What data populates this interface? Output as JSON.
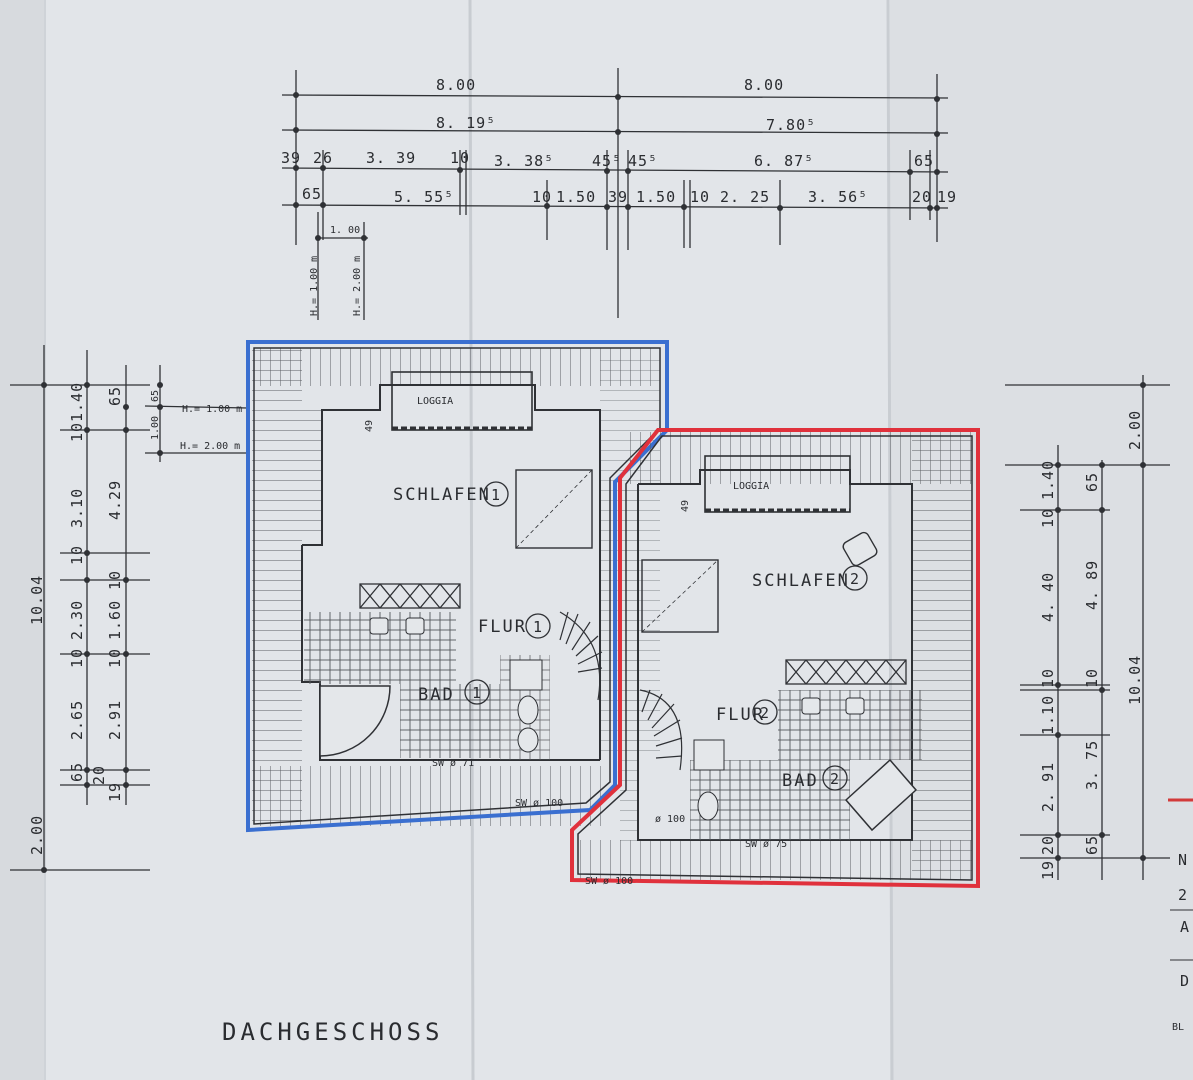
{
  "title": "DACHGESCHOSS",
  "colors": {
    "paper": "#e2e5e9",
    "ink": "#2f3135",
    "unit1_outline": "#3a6fd0",
    "unit2_outline": "#e0313c"
  },
  "top_dims": {
    "row1": [
      "8.00",
      "8.00"
    ],
    "row2": [
      "8. 19⁵",
      "7.80⁵"
    ],
    "row3": [
      "39",
      "26",
      "3. 39",
      "10",
      "3. 38⁵",
      "45⁵",
      "45⁵",
      "6. 87⁵",
      "65"
    ],
    "row4": [
      "65",
      "5. 55⁵",
      "10",
      "1.50",
      "39",
      "1.50",
      "10",
      "2. 25",
      "3. 56⁵",
      "20",
      "19"
    ],
    "small": [
      "1. 00",
      "H.= 1.00 m",
      "H.= 2.00 m"
    ]
  },
  "left_dims": {
    "total": "10.04",
    "total_bottom": "2.00",
    "col_a": [
      "1.40",
      "10",
      "3.10",
      "10",
      "2.30",
      "10",
      "2.65",
      "65",
      "19"
    ],
    "col_b": [
      "65",
      "4.29",
      "10",
      "1.60",
      "10",
      "2.91",
      "20"
    ],
    "small": [
      "65",
      "1.00",
      "H.= 1.00 m",
      "H.= 2.00 m"
    ]
  },
  "right_dims": {
    "total_top": "2.00",
    "col_a": [
      "1.40",
      "10",
      "4. 40",
      "10",
      "1.10",
      "2. 91",
      "20",
      "19"
    ],
    "col_b": [
      "65",
      "4. 89",
      "10",
      "3. 75",
      "65"
    ],
    "total": "10.04"
  },
  "unit1": {
    "loggia": "LOGGIA",
    "schlafen": "SCHLAFEN",
    "schlafen_no": "1",
    "flur": "FLUR",
    "flur_no": "1",
    "bad": "BAD",
    "bad_no": "1",
    "sw_small": "SW ø 71",
    "sw_big": "SW ø 100",
    "tag49": "49"
  },
  "unit2": {
    "loggia": "LOGGIA",
    "schlafen": "SCHLAFEN",
    "schlafen_no": "2",
    "flur": "FLUR",
    "flur_no": "2",
    "bad": "BAD",
    "bad_no": "2",
    "sw_small": "SW ø 75",
    "sw_big": "SW ø 100",
    "sw_mid": "ø 100",
    "tag49": "49"
  },
  "edge_fragments": [
    "N",
    "2",
    "A",
    "D",
    "BL"
  ]
}
